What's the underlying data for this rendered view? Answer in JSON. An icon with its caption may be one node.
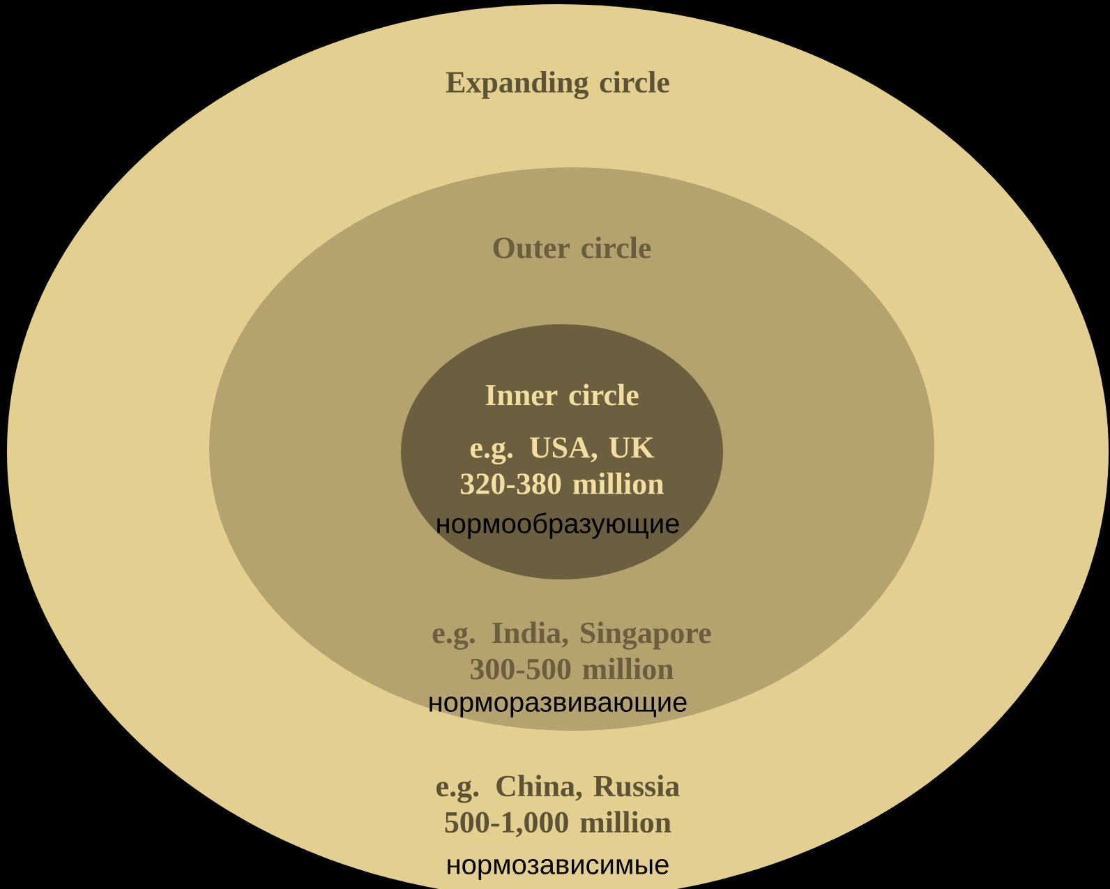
{
  "diagram": {
    "nodes": [
      {
        "text": [
          "Expanding circle",
          "e.g. China, Russia 500-1,000 million",
          "нормозависимые"
        ]
      },
      {
        "text": [
          "Outer circle",
          "e.g. India, Singapore 300-500 million",
          "норморазвивающие"
        ],
        "in": 0
      },
      {
        "text": [
          "Inner circle",
          "e.g. USA, UK 320-380 million",
          "нормообразующие"
        ],
        "in": 1
      }
    ]
  }
}
